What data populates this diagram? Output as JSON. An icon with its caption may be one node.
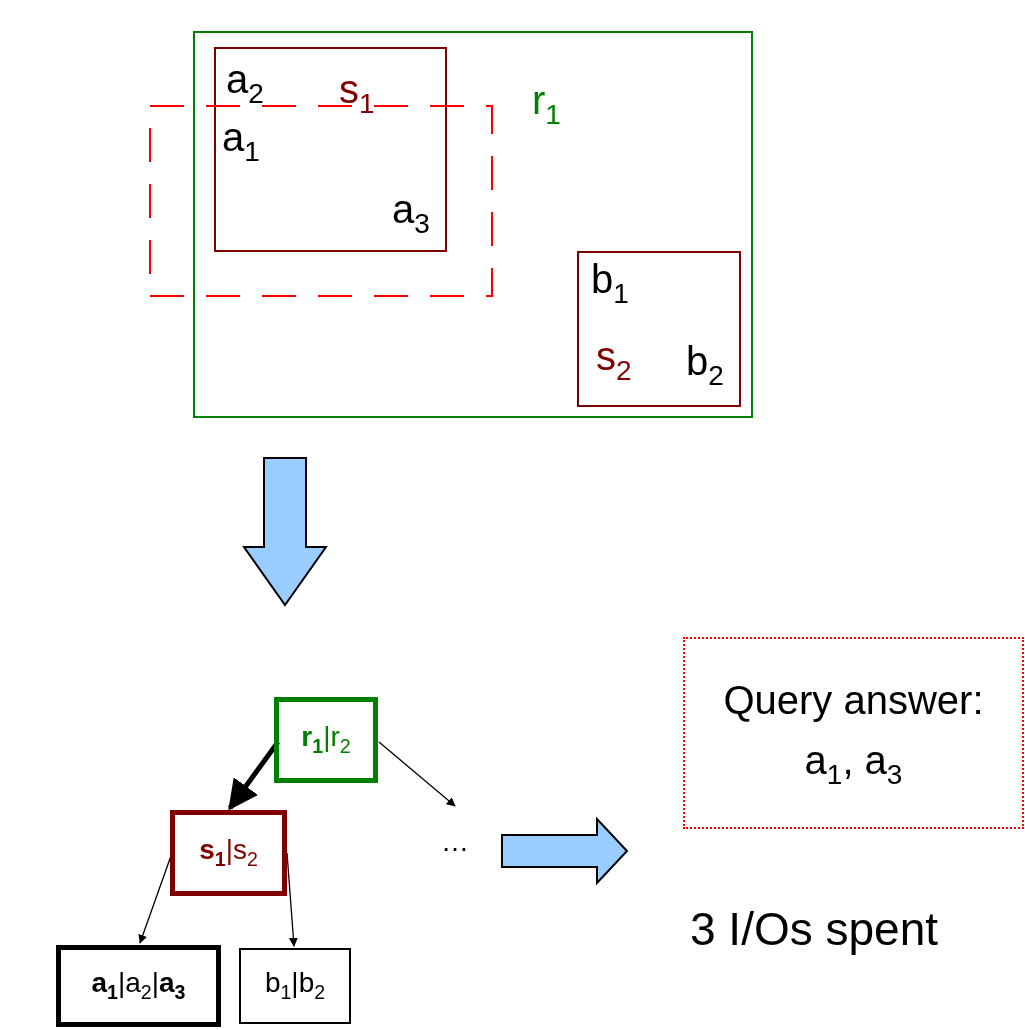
{
  "diagram": {
    "nodes": [
      {
        "text": [
          "r$_{1}$"
        ]
      },
      {
        "text": [
          "a$_{2}$",
          "s$_{1}$",
          "a$_{1}$",
          "a$_{3}$"
        ],
        "in": 0
      },
      {
        "text": [
          "b$_{1}$",
          "s$_{2}$",
          "b$_{2}$"
        ],
        "in": 0
      },
      {
        "text": [],
        "shape": "box"
      },
      {
        "text": [
          "**r$_{1}$**|r$_{2}$"
        ]
      },
      {
        "text": [
          "**s$_{1}$**|s$_{2}$"
        ]
      },
      {
        "text": [
          "…"
        ]
      },
      {
        "text": [
          "**a$_{1}$**|a$_{2}$|**a$_{3}$**"
        ]
      },
      {
        "text": [
          "b$_{1}$|b$_{2}$"
        ]
      },
      {
        "text": [
          "Query answer: a$_{1}$, a$_{3}$"
        ]
      }
    ],
    "edges": [
      {
        "from": 0,
        "to": 4,
        "arrow": "to",
        "style": "thick",
        "color": "#99ccff"
      },
      {
        "from": 4,
        "to": 5,
        "arrow": "to",
        "style": "thick"
      },
      {
        "from": 4,
        "to": 6,
        "arrow": "to"
      },
      {
        "from": 5,
        "to": 7,
        "arrow": "to"
      },
      {
        "from": 5,
        "to": 8,
        "arrow": "to"
      },
      {
        "from": 6,
        "to": 9,
        "arrow": "to",
        "style": "thick",
        "color": "#99ccff"
      }
    ],
    "labels": [
      "3 I/Os spent"
    ]
  }
}
